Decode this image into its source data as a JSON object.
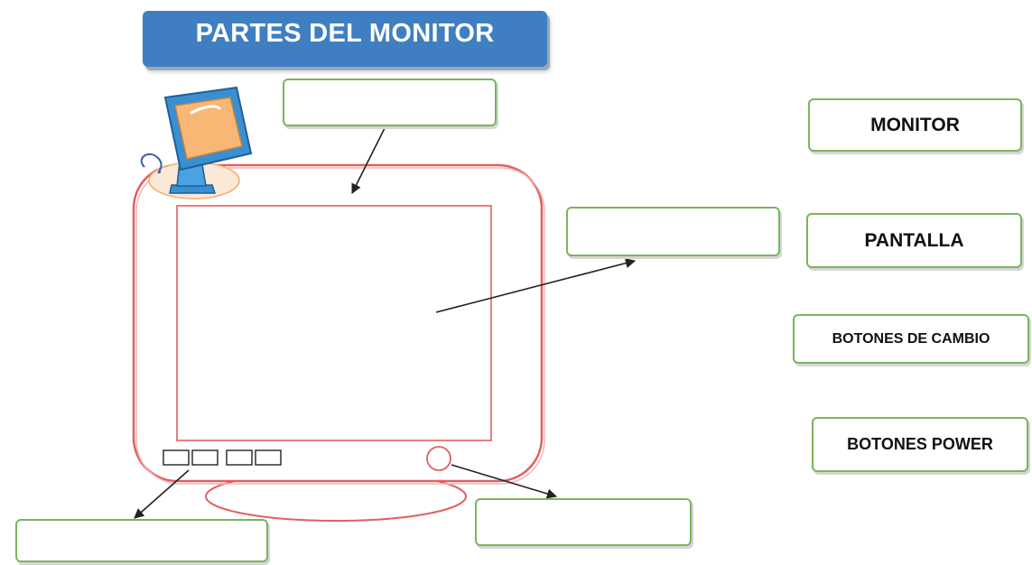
{
  "title": "PARTES DEL MONITOR",
  "word_bank": [
    {
      "text": "MONITOR"
    },
    {
      "text": "PANTALLA"
    },
    {
      "text": "BOTONES DE CAMBIO"
    },
    {
      "text": "BOTONES POWER"
    }
  ],
  "answer_blanks": [
    {
      "value": ""
    },
    {
      "value": ""
    },
    {
      "value": ""
    },
    {
      "value": ""
    }
  ],
  "colors": {
    "title_bg": "#3f7fc1",
    "box_border": "#7ab55c",
    "monitor_outline": "#e06060",
    "arrow": "#222222"
  },
  "icons": [
    "computer-monitor-clipart-icon"
  ]
}
